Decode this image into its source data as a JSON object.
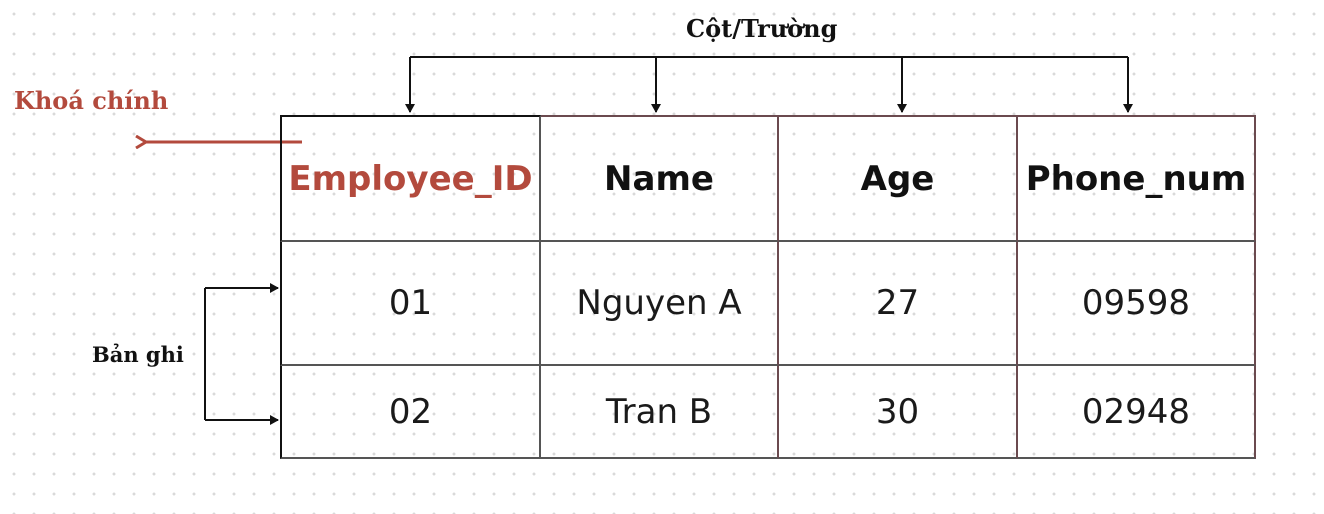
{
  "labels": {
    "columns": "Cột/Trường",
    "primary_key": "Khoá chính",
    "records": "Bản ghi"
  },
  "table": {
    "headers": [
      "Employee_ID",
      "Name",
      "Age",
      "Phone_num"
    ],
    "rows": [
      [
        "01",
        "Nguyen A",
        "27",
        "09598"
      ],
      [
        "02",
        "Tran B",
        "30",
        "02948"
      ]
    ]
  },
  "colors": {
    "primary_key": "#b34a3d",
    "text": "#1a1a1a",
    "border": "#555555"
  }
}
